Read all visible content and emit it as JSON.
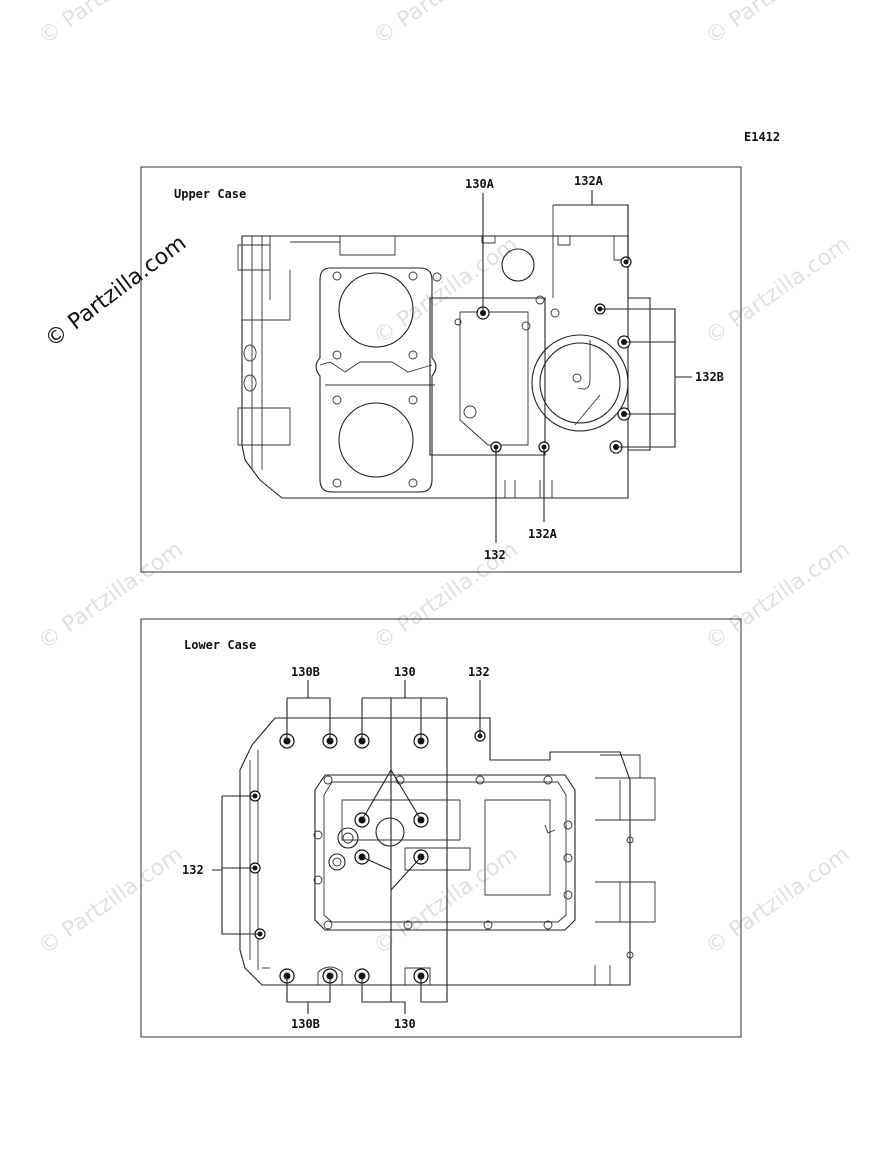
{
  "diagram_code": "E1412",
  "watermark": "© Partzilla.com",
  "upper": {
    "title": "Upper Case",
    "labels": {
      "a130A": "130A",
      "a132A_top": "132A",
      "a132B": "132B",
      "a132A_bottom": "132A",
      "a132": "132"
    }
  },
  "lower": {
    "title": "Lower Case",
    "labels": {
      "a130B_top": "130B",
      "a130_top": "130",
      "a132_top": "132",
      "a132_left": "132",
      "a130B_bottom": "130B",
      "a130_bottom": "130"
    }
  }
}
